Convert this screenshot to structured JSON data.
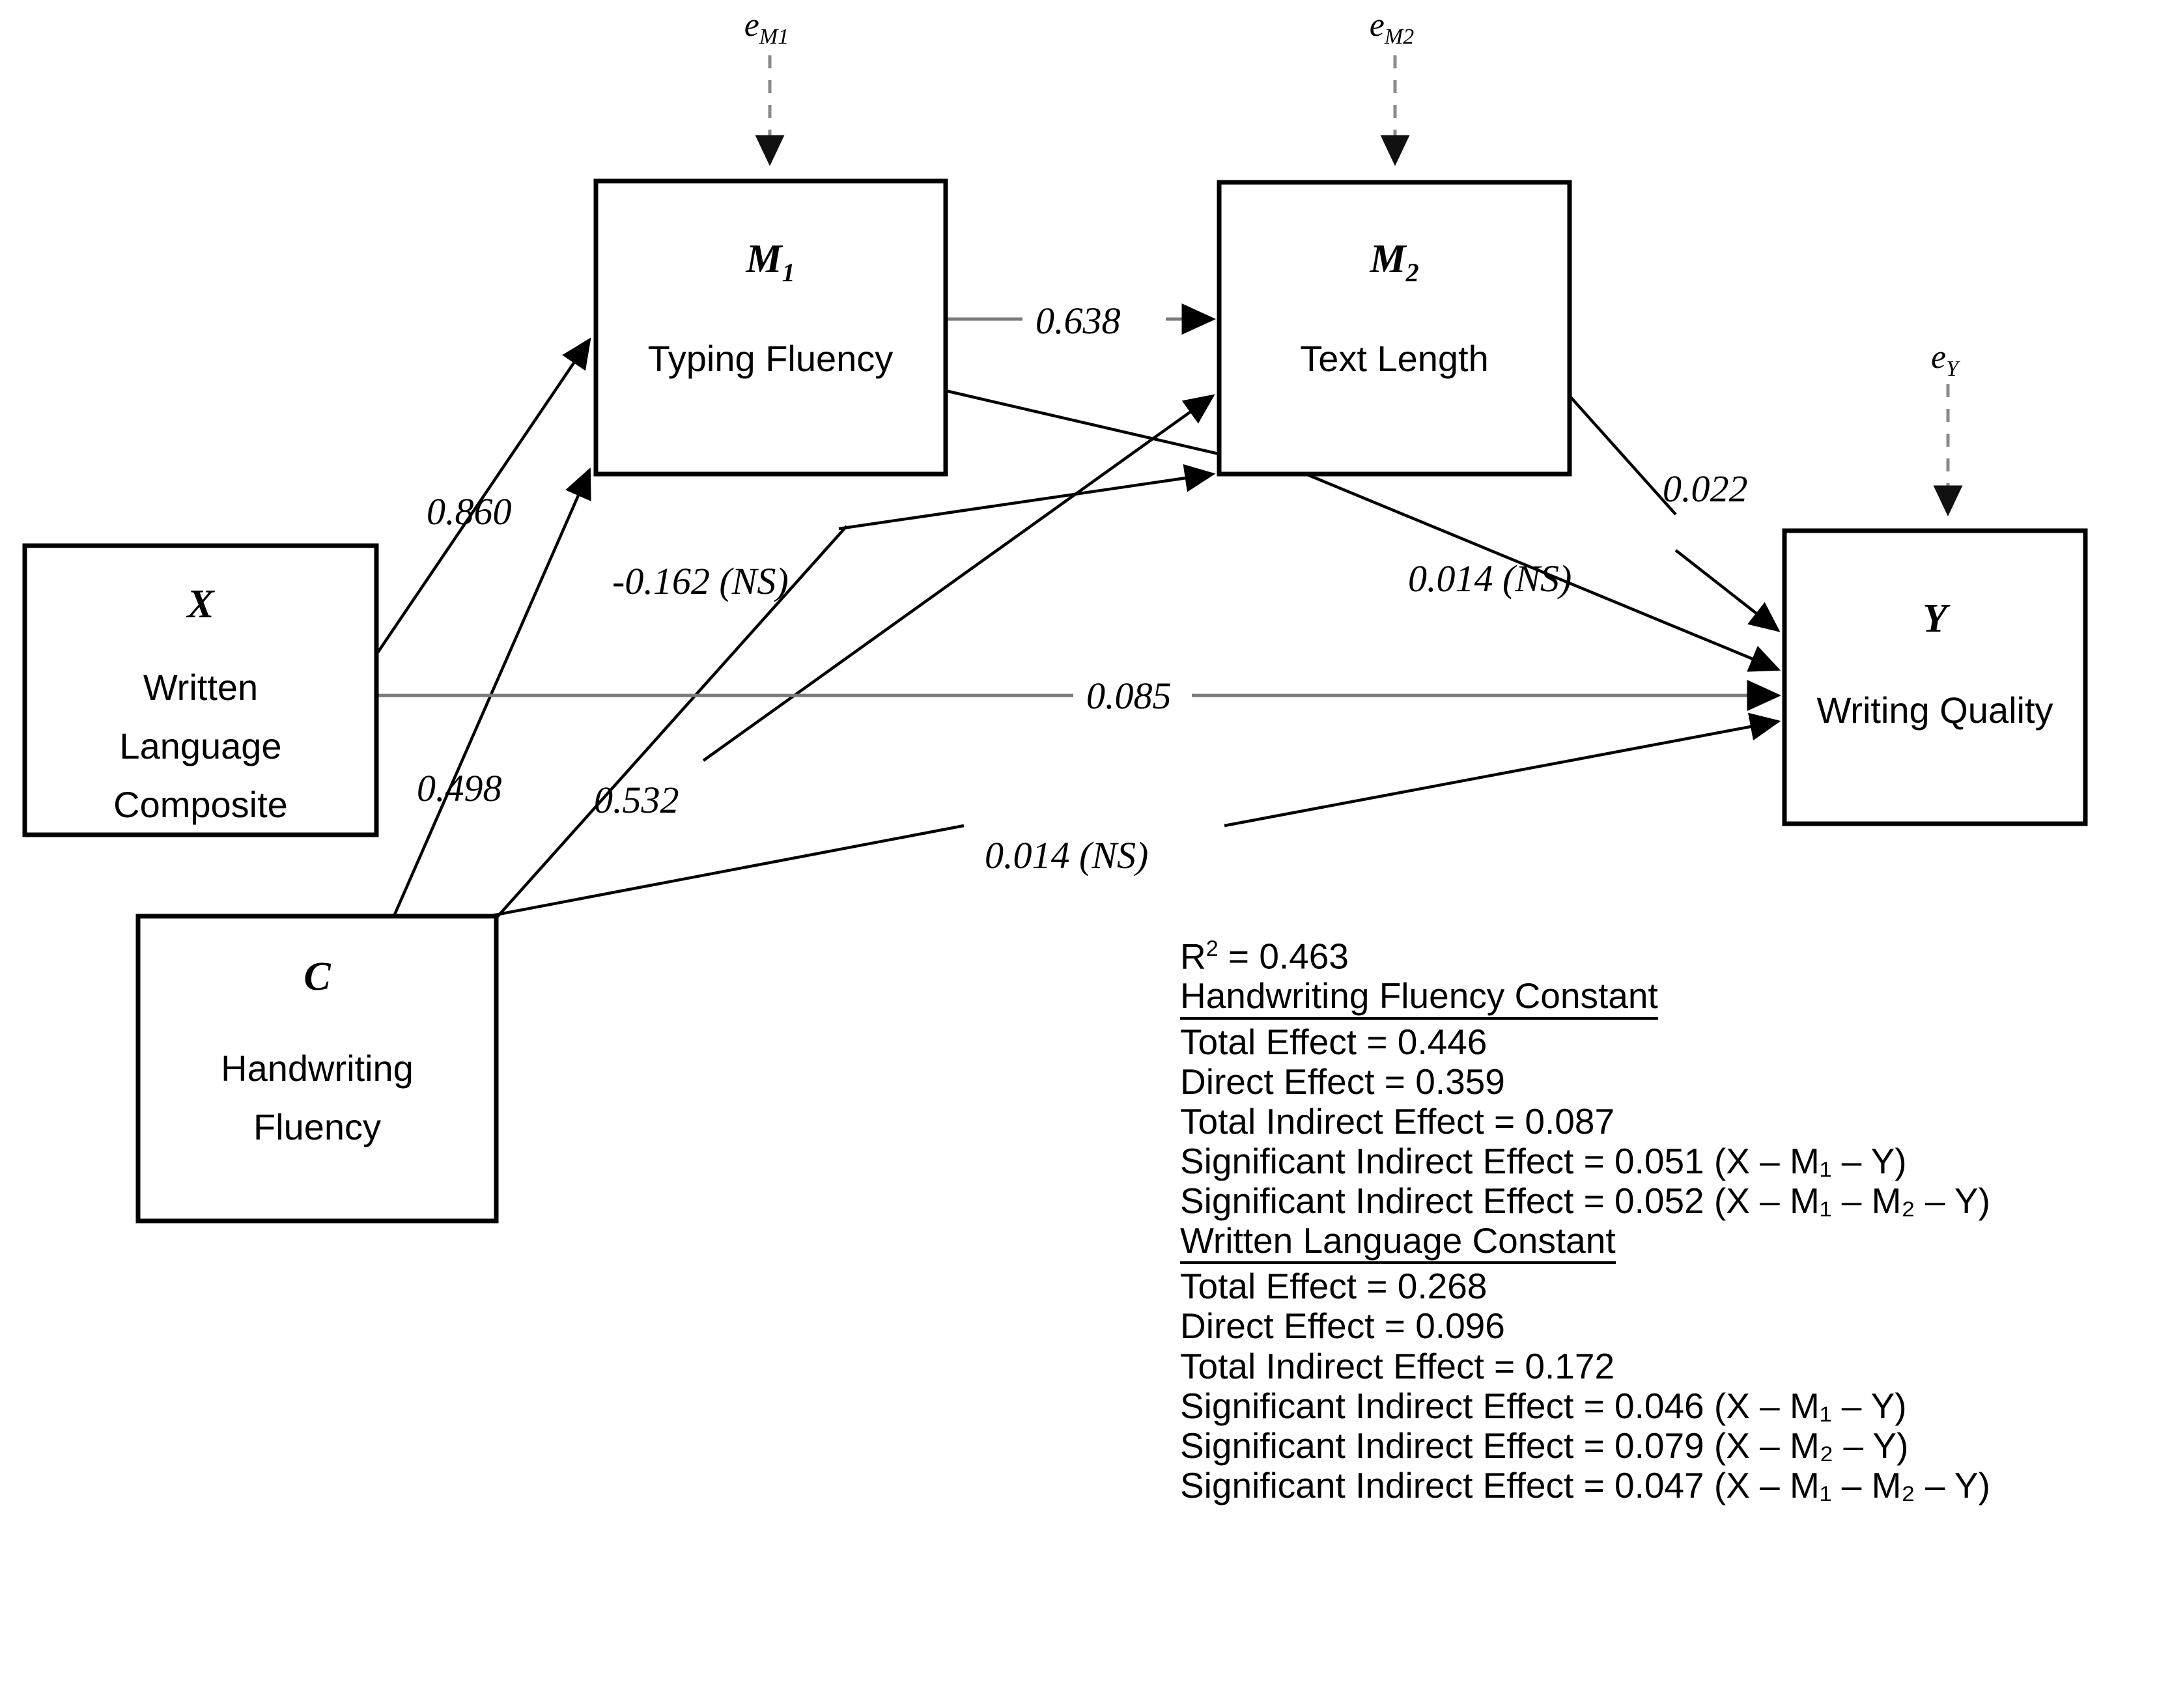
{
  "figure": {
    "type": "path-diagram",
    "title": "",
    "nodes": [
      {
        "id": "X",
        "code": "X",
        "code_sub": "",
        "label_lines": [
          "Written",
          "Language",
          "Composite"
        ]
      },
      {
        "id": "M1",
        "code": "M",
        "code_sub": "1",
        "label_lines": [
          "Typing Fluency"
        ]
      },
      {
        "id": "M2",
        "code": "M",
        "code_sub": "2",
        "label_lines": [
          "Text Length"
        ]
      },
      {
        "id": "Y",
        "code": "Y",
        "code_sub": "",
        "label_lines": [
          "Writing Quality"
        ]
      },
      {
        "id": "C",
        "code": "C",
        "code_sub": "",
        "label_lines": [
          "Handwriting",
          "Fluency"
        ]
      }
    ],
    "error_terms": [
      {
        "id": "eM1",
        "base": "e",
        "sub": "M1",
        "target": "M1"
      },
      {
        "id": "eM2",
        "base": "e",
        "sub": "M2",
        "target": "M2"
      },
      {
        "id": "eY",
        "base": "e",
        "sub": "Y",
        "target": "Y"
      }
    ],
    "paths": [
      {
        "from": "X",
        "to": "M1",
        "coefficient": "0.860",
        "significant": true
      },
      {
        "from": "C",
        "to": "M1",
        "coefficient": "0.498",
        "significant": true
      },
      {
        "from": "M1",
        "to": "M2",
        "coefficient": "0.638",
        "significant": true
      },
      {
        "from": "X",
        "to": "M2",
        "coefficient": "0.532",
        "significant": true
      },
      {
        "from": "C",
        "to": "M2",
        "coefficient": "-0.162 (NS)",
        "significant": false
      },
      {
        "from": "M1",
        "to": "Y",
        "coefficient": "0.014 (NS)",
        "significant": false
      },
      {
        "from": "M2",
        "to": "Y",
        "coefficient": "0.022",
        "significant": true
      },
      {
        "from": "X",
        "to": "Y",
        "coefficient": "0.085",
        "significant": true
      },
      {
        "from": "C",
        "to": "Y",
        "coefficient": "0.014 (NS)",
        "significant": false
      }
    ],
    "labels": {
      "c_x_m1": "0.860",
      "c_c_m1": "0.498",
      "c_m1_m2": "0.638",
      "c_x_m2": "0.532",
      "c_c_m2": "-0.162 (NS)",
      "c_m1_y": "0.014 (NS)",
      "c_m2_y": "0.022",
      "c_x_y": "0.085",
      "c_c_y": "0.014 (NS)"
    }
  },
  "stats": {
    "r_squared": {
      "symbol": "R",
      "exponent": "2",
      "equals": " = ",
      "value": "0.463"
    },
    "groups": [
      {
        "heading": "Handwriting Fluency Constant",
        "rows": [
          {
            "text": "Total Effect = 0.446",
            "paren": ""
          },
          {
            "text": "Direct Effect = 0.359",
            "paren": ""
          },
          {
            "text": "Total Indirect Effect = 0.087",
            "paren": ""
          },
          {
            "text": "Significant Indirect Effect = 0.051 ",
            "paren": "(X – M₁ – Y)"
          },
          {
            "text": "Significant Indirect Effect = 0.052 ",
            "paren": "(X – M₁ – M₂ – Y)"
          }
        ]
      },
      {
        "heading": "Written Language Constant",
        "rows": [
          {
            "text": "Total Effect = 0.268",
            "paren": ""
          },
          {
            "text": "Direct Effect = 0.096",
            "paren": ""
          },
          {
            "text": "Total Indirect Effect = 0.172",
            "paren": ""
          },
          {
            "text": "Significant Indirect Effect = 0.046 ",
            "paren": "(X – M₁ – Y)"
          },
          {
            "text": "Significant Indirect Effect = 0.079 ",
            "paren": "(X – M₂ – Y)"
          },
          {
            "text": "Significant Indirect Effect = 0.047 ",
            "paren": "(X – M₁ – M₂ – Y)"
          }
        ]
      }
    ]
  },
  "colors": {
    "stroke": "#000000",
    "stroke_light": "#7a7a7a",
    "background": "#ffffff"
  }
}
